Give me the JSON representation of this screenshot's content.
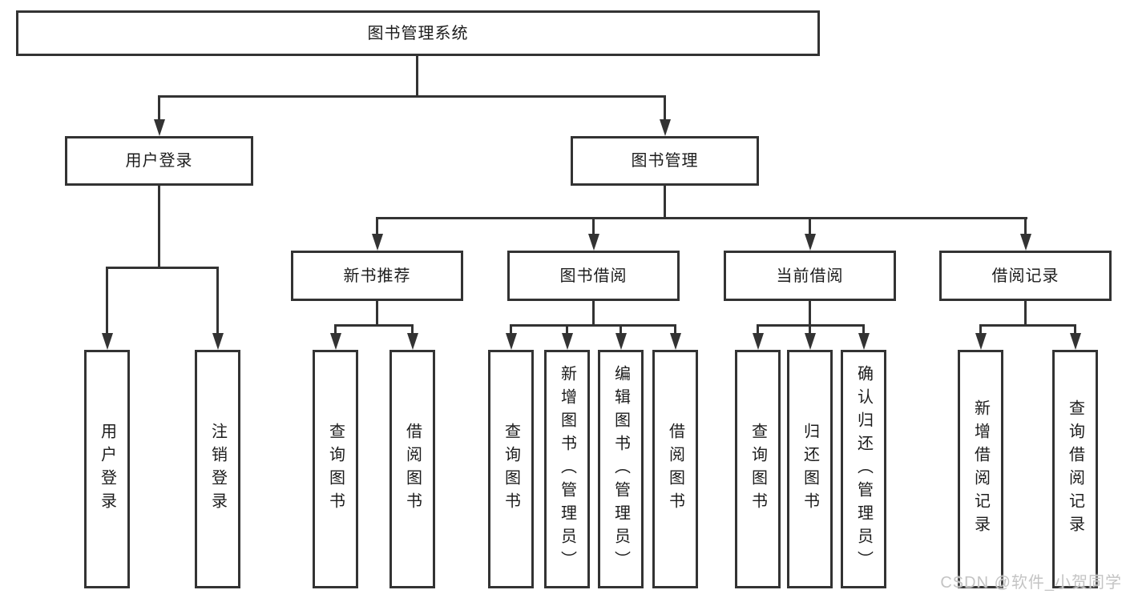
{
  "diagram": {
    "root": {
      "label": "图书管理系统"
    },
    "level2": [
      {
        "id": "user-login",
        "label": "用户登录"
      },
      {
        "id": "book-management",
        "label": "图书管理"
      }
    ],
    "level3": [
      {
        "id": "new-book-recommend",
        "label": "新书推荐",
        "parent": "book-management"
      },
      {
        "id": "book-borrow",
        "label": "图书借阅",
        "parent": "book-management"
      },
      {
        "id": "current-borrow",
        "label": "当前借阅",
        "parent": "book-management"
      },
      {
        "id": "borrow-records",
        "label": "借阅记录",
        "parent": "book-management"
      }
    ],
    "leaves": [
      {
        "label": "用户登录",
        "parent": "user-login"
      },
      {
        "label": "注销登录",
        "parent": "user-login"
      },
      {
        "label": "查询图书",
        "parent": "new-book-recommend"
      },
      {
        "label": "借阅图书",
        "parent": "new-book-recommend"
      },
      {
        "label": "查询图书",
        "parent": "book-borrow"
      },
      {
        "label": "新增图书（管理员）",
        "parent": "book-borrow"
      },
      {
        "label": "编辑图书（管理员）",
        "parent": "book-borrow"
      },
      {
        "label": "借阅图书",
        "parent": "book-borrow"
      },
      {
        "label": "查询图书",
        "parent": "current-borrow"
      },
      {
        "label": "归还图书",
        "parent": "current-borrow"
      },
      {
        "label": "确认归还（管理员）",
        "parent": "current-borrow"
      },
      {
        "label": "新增借阅记录",
        "parent": "borrow-records"
      },
      {
        "label": "查询借阅记录",
        "parent": "borrow-records"
      }
    ]
  },
  "watermark": {
    "text": "CSDN @软件_小贺同学"
  },
  "colors": {
    "line": "#333333",
    "text": "#1c1c1c",
    "watermark": "#c4c4c4",
    "background": "#ffffff"
  }
}
